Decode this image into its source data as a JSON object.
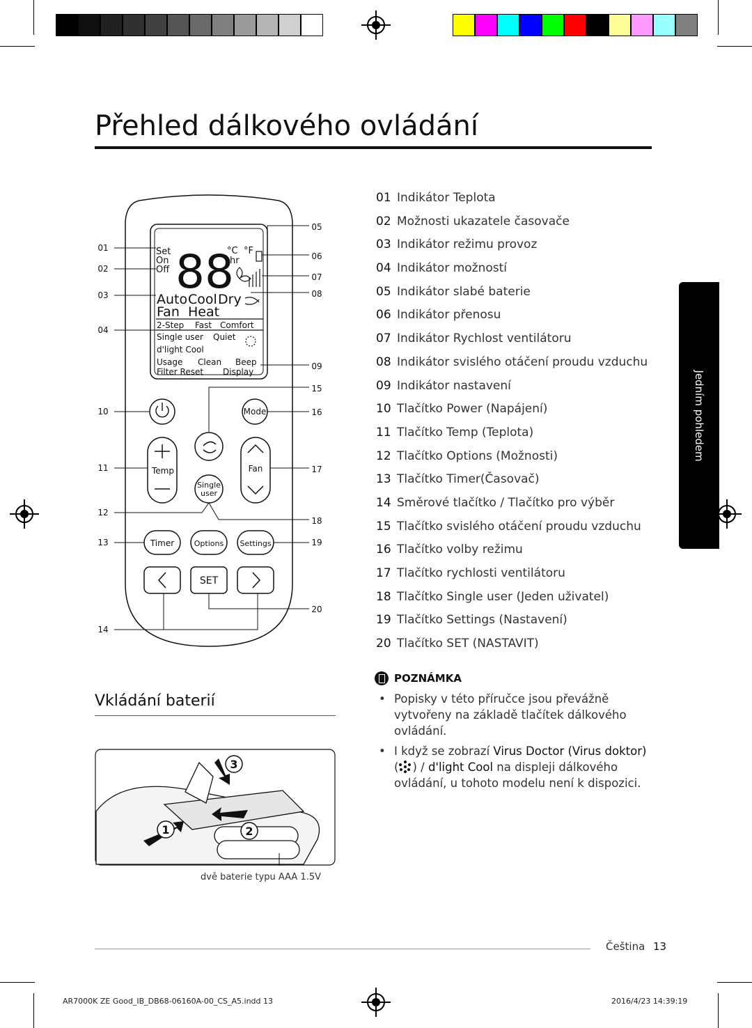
{
  "page": {
    "title": "Přehled dálkového ovládání",
    "side_tab": "Jedním pohledem",
    "section_title": "Vkládání baterií",
    "battery_caption": "dvě baterie typu AAA 1.5V",
    "footer_language": "Čeština",
    "footer_page_number": "13",
    "slug_left": "AR7000K ZE Good_IB_DB68-06160A-00_CS_A5.indd   13",
    "slug_right": "2016/4/23   14:39:19"
  },
  "color_bar": {
    "gray_swatches": [
      "#000000",
      "#101010",
      "#202020",
      "#303030",
      "#404040",
      "#555555",
      "#6a6a6a",
      "#808080",
      "#9a9a9a",
      "#b5b5b5",
      "#d0d0d0",
      "#ffffff"
    ],
    "color_swatches": [
      "#ffff00",
      "#ff00ff",
      "#00ffff",
      "#0000ff",
      "#00ff00",
      "#ff0000",
      "#000000",
      "#ffff99",
      "#ff99ff",
      "#99ffff",
      "#808080"
    ]
  },
  "legend": [
    {
      "num": "01",
      "text": "Indikátor Teplota"
    },
    {
      "num": "02",
      "text": "Možnosti ukazatele časovače"
    },
    {
      "num": "03",
      "text": "Indikátor režimu provoz"
    },
    {
      "num": "04",
      "text": "Indikátor možností"
    },
    {
      "num": "05",
      "text": "Indikátor slabé baterie"
    },
    {
      "num": "06",
      "text": "Indikátor přenosu"
    },
    {
      "num": "07",
      "text": "Indikátor Rychlost ventilátoru"
    },
    {
      "num": "08",
      "text": "Indikátor svislého otáčení proudu vzduchu"
    },
    {
      "num": "09",
      "text": "Indikátor nastavení"
    },
    {
      "num": "10",
      "text": "Tlačítko Power (Napájení)"
    },
    {
      "num": "11",
      "text": "Tlačítko Temp (Teplota)"
    },
    {
      "num": "12",
      "text": "Tlačítko Options (Možnosti)"
    },
    {
      "num": "13",
      "text": "Tlačítko Timer(Časovač)"
    },
    {
      "num": "14",
      "text": "Směrové tlačítko / Tlačítko pro výběr"
    },
    {
      "num": "15",
      "text": "Tlačítko svislého otáčení proudu vzduchu"
    },
    {
      "num": "16",
      "text": "Tlačítko volby režimu"
    },
    {
      "num": "17",
      "text": "Tlačítko rychlosti ventilátoru"
    },
    {
      "num": "18",
      "text": "Tlačítko Single user (Jeden uživatel)"
    },
    {
      "num": "19",
      "text": "Tlačítko Settings (Nastavení)"
    },
    {
      "num": "20",
      "text": "Tlačítko SET (NASTAVIT)"
    }
  ],
  "note": {
    "heading": "POZNÁMKA",
    "item1": "Popisky v této příručce jsou převážně vytvořeny na základě tlačítek dálkového ovládání.",
    "item2_a": "I když se zobrazí ",
    "item2_hl1": "Virus Doctor (Virus doktor)",
    "item2_b": " (",
    "item2_c": ") / ",
    "item2_hl2": "d'light Cool",
    "item2_d": " na displeji dálkového ovládání, u tohoto modelu není k dispozici."
  },
  "remote": {
    "display": {
      "set": "Set",
      "on": "On",
      "off": "Off",
      "digits": "88",
      "unit_c": "°C",
      "unit_f": "°F",
      "unit_hr": "hr",
      "mode_auto": "Auto",
      "mode_cool": "Cool",
      "mode_dry": "Dry",
      "mode_fan": "Fan",
      "mode_heat": "Heat",
      "opt_2step": "2-Step",
      "opt_fast": "Fast",
      "opt_comfort": "Comfort",
      "opt_single": "Single user",
      "opt_quiet": "Quiet",
      "opt_dlight": "d'light Cool",
      "opt_usage": "Usage",
      "opt_clean": "Clean",
      "opt_beep": "Beep",
      "opt_filter": "Filter Reset",
      "opt_display": "Display"
    },
    "buttons": {
      "mode": "Mode",
      "temp": "Temp",
      "fan": "Fan",
      "single_1": "Single",
      "single_2": "user",
      "timer": "Timer",
      "options": "Options",
      "settings": "Settings",
      "set": "SET"
    },
    "callouts_left": [
      "01",
      "02",
      "03",
      "04",
      "10",
      "11",
      "12",
      "13",
      "14"
    ],
    "callouts_right": [
      "05",
      "06",
      "07",
      "08",
      "09",
      "15",
      "16",
      "17",
      "18",
      "19",
      "20"
    ]
  },
  "battery_steps": [
    "1",
    "2",
    "3"
  ]
}
